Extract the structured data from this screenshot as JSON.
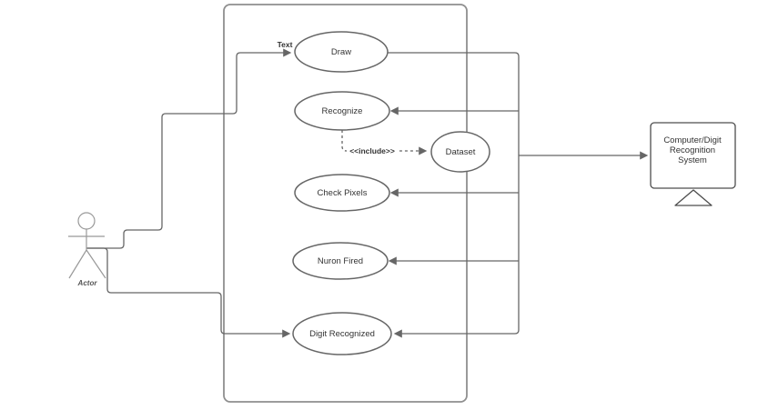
{
  "colors": {
    "background": "#ffffff",
    "node_stroke": "#666666",
    "edge_stroke": "#666666",
    "boundary_stroke": "#8f8f8f",
    "actor_stroke": "#999999",
    "computer_stroke": "#4d4d4d",
    "text": "#333333"
  },
  "diagram": {
    "actor": {
      "label": "Actor"
    },
    "use_cases": [
      {
        "label": "Draw"
      },
      {
        "label": "Recognize"
      },
      {
        "label": "Dataset"
      },
      {
        "label": "Check Pixels"
      },
      {
        "label": "Nuron Fired"
      },
      {
        "label": "Digit Recognized"
      }
    ],
    "edge_labels": {
      "actor_draw": "Text",
      "include": "<<include>>"
    },
    "computer": {
      "line1": "Computer/Digit",
      "line2": "Recognition",
      "line3": "System"
    }
  }
}
